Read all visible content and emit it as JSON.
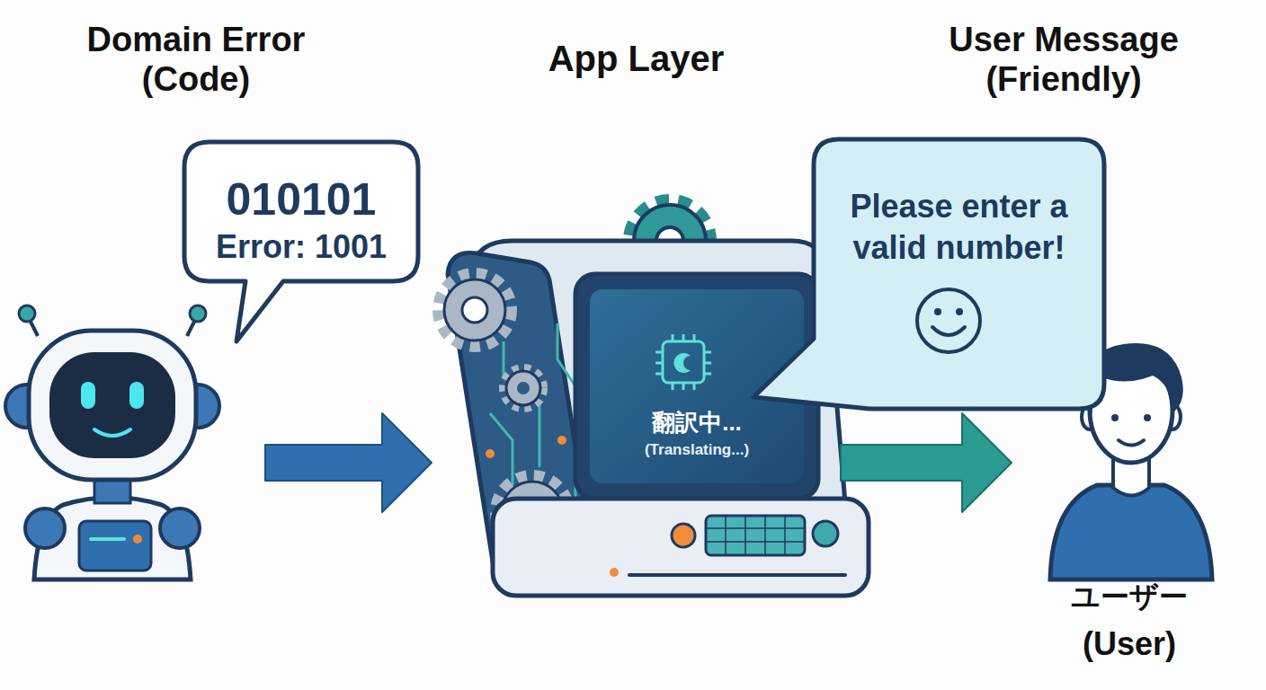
{
  "diagram": {
    "nodes": [
      {
        "text": [
          "Domain Error (Code)"
        ]
      },
      {
        "text": [
          "010101",
          "Error: 1001"
        ],
        "in": 0
      },
      {
        "text": [
          "App Layer",
          "翻訳中...",
          "(Translating...)"
        ]
      },
      {
        "text": [
          "User Message (Friendly)",
          "Please enter a valid number!"
        ]
      },
      {
        "text": [
          "ユーザー",
          "(User)"
        ]
      }
    ],
    "edges": [
      {
        "from": 0,
        "to": 2,
        "arrow": "to"
      },
      {
        "from": 2,
        "to": 4,
        "arrow": "to"
      }
    ]
  }
}
